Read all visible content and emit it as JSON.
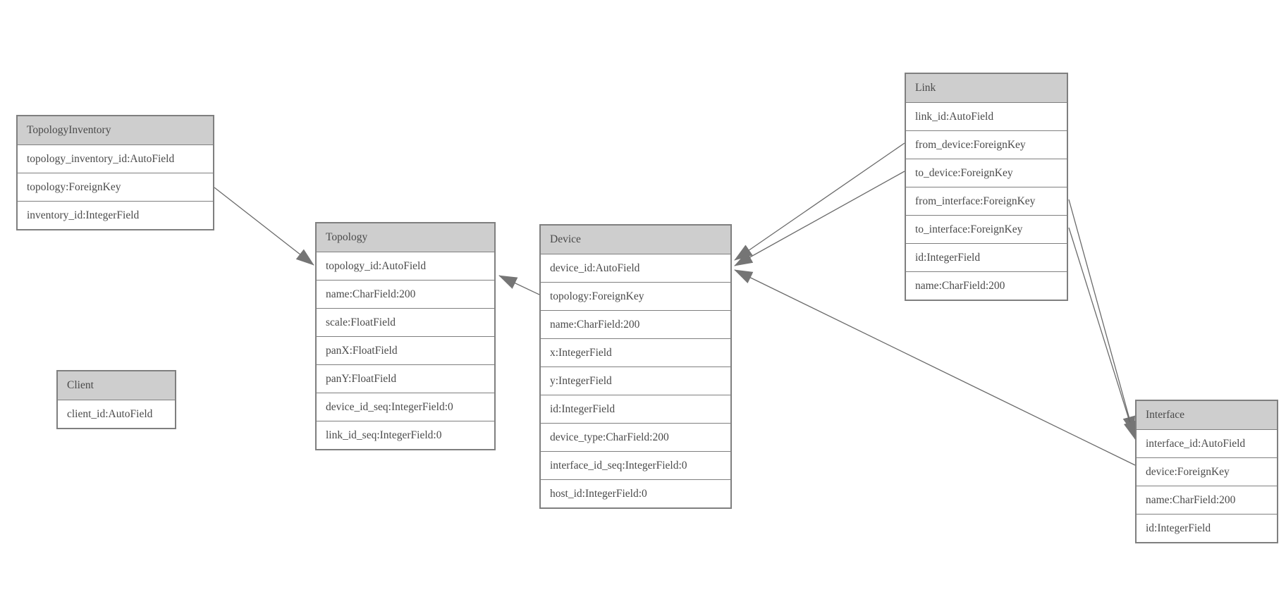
{
  "diagram": {
    "kind": "entity-relationship model diagram",
    "colors": {
      "background": "#ffffff",
      "table_border": "#7f7f7f",
      "header_fill": "#cecece",
      "text": "#4a4a4a",
      "relation_line": "#6a6a6a",
      "arrowhead": "#757575"
    },
    "entities": [
      {
        "name": "TopologyInventory",
        "fields": [
          "topology_inventory_id:AutoField",
          "topology:ForeignKey",
          "inventory_id:IntegerField"
        ]
      },
      {
        "name": "Topology",
        "fields": [
          "topology_id:AutoField",
          "name:CharField:200",
          "scale:FloatField",
          "panX:FloatField",
          "panY:FloatField",
          "device_id_seq:IntegerField:0",
          "link_id_seq:IntegerField:0"
        ]
      },
      {
        "name": "Client",
        "fields": [
          "client_id:AutoField"
        ]
      },
      {
        "name": "Device",
        "fields": [
          "device_id:AutoField",
          "topology:ForeignKey",
          "name:CharField:200",
          "x:IntegerField",
          "y:IntegerField",
          "id:IntegerField",
          "device_type:CharField:200",
          "interface_id_seq:IntegerField:0",
          "host_id:IntegerField:0"
        ]
      },
      {
        "name": "Link",
        "fields": [
          "link_id:AutoField",
          "from_device:ForeignKey",
          "to_device:ForeignKey",
          "from_interface:ForeignKey",
          "to_interface:ForeignKey",
          "id:IntegerField",
          "name:CharField:200"
        ]
      },
      {
        "name": "Interface",
        "fields": [
          "interface_id:AutoField",
          "device:ForeignKey",
          "name:CharField:200",
          "id:IntegerField"
        ]
      }
    ],
    "relations": [
      {
        "from": "TopologyInventory.topology",
        "to": "Topology.topology_id"
      },
      {
        "from": "Device.topology",
        "to": "Topology.topology_id"
      },
      {
        "from": "Link.from_device",
        "to": "Device.device_id"
      },
      {
        "from": "Link.to_device",
        "to": "Device.device_id"
      },
      {
        "from": "Link.from_interface",
        "to": "Interface.interface_id"
      },
      {
        "from": "Link.to_interface",
        "to": "Interface.interface_id"
      },
      {
        "from": "Interface.device",
        "to": "Device.device_id"
      }
    ]
  }
}
